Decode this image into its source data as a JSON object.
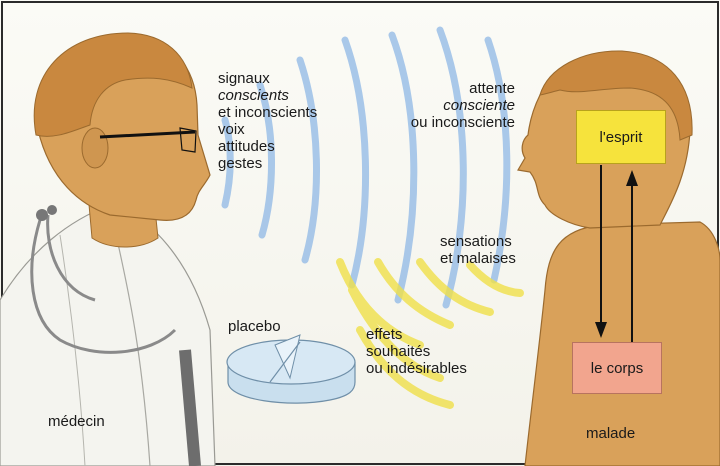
{
  "doctor_signals": {
    "line1": "signaux",
    "line2": "conscients",
    "line3": "et inconscients",
    "line4": "voix",
    "line5": "attitudes",
    "line6": "gestes"
  },
  "patient_expectation": {
    "line1": "attente",
    "line2": "consciente",
    "line3": "ou inconsciente"
  },
  "sensations": {
    "line1": "sensations",
    "line2": "et malaises"
  },
  "effects": {
    "line1": "effets",
    "line2": "souhaités",
    "line3": "ou indésirables"
  },
  "placebo_label": "placebo",
  "doctor_label": "médecin",
  "patient_label": "malade",
  "mind_box_label": "l'esprit",
  "body_box_label": "le corps",
  "colors": {
    "skin": "#d9a15a",
    "skin_shadow": "#c0853f",
    "hair": "#c9883f",
    "signal_waves": "#8fb8e6",
    "effect_waves": "#f0e04a",
    "mind_box": "#f6e33c",
    "body_box": "#f2a58e",
    "coat": "#f4f4ef",
    "placebo_pill": "#d7e8f4"
  }
}
